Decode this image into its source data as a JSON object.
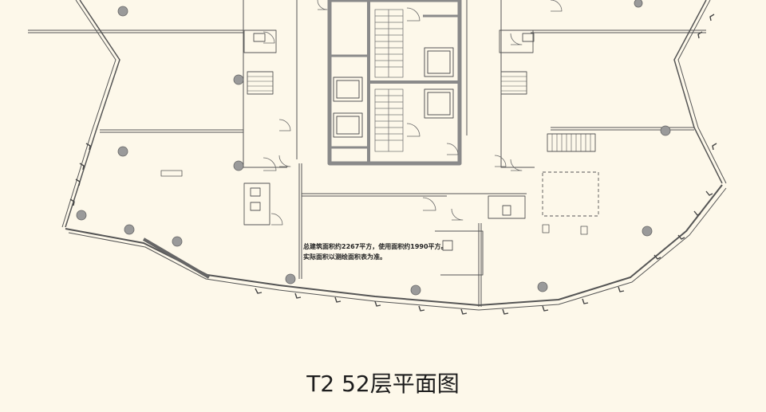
{
  "plan": {
    "notes": [
      "总建筑面积约2267平方，使用面积约1990平方。",
      "实际面积以测绘面积表为准。"
    ],
    "caption": "T2 52层平面图"
  },
  "colors": {
    "background": "#fdf8ea",
    "wall": "#555555",
    "core_wall": "#8a8a8a",
    "column": "#9a9a9a"
  }
}
